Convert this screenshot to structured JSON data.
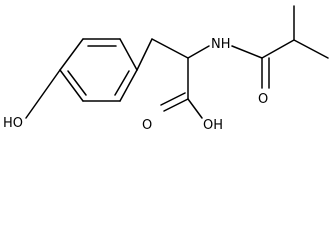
{
  "molecule": {
    "labels": {
      "hydroxyl": "HO",
      "amide_nh": "NH",
      "amide_oxygen": "O",
      "acid_oh": "OH",
      "acid_oxygen": "O"
    }
  }
}
